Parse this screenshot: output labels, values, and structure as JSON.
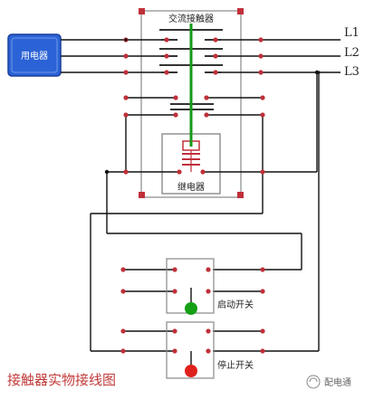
{
  "contactor": {
    "label": "交流接触器"
  },
  "relay": {
    "label": "继电器"
  },
  "load": {
    "label": "用电器"
  },
  "lines": [
    {
      "label": "L1"
    },
    {
      "label": "L2"
    },
    {
      "label": "L3"
    }
  ],
  "start_switch": {
    "label": "启动开关",
    "color": "#16a016"
  },
  "stop_switch": {
    "label": "停止开关",
    "color": "#e0201c"
  },
  "title": "接触器实物接线图",
  "watermark": "配电通",
  "colors": {
    "wire": "#111111",
    "terminal": "#c0303a",
    "box": "#999999",
    "load_fill": "#2b63d6",
    "actuator": "#159a17",
    "title": "#c23a3a"
  }
}
